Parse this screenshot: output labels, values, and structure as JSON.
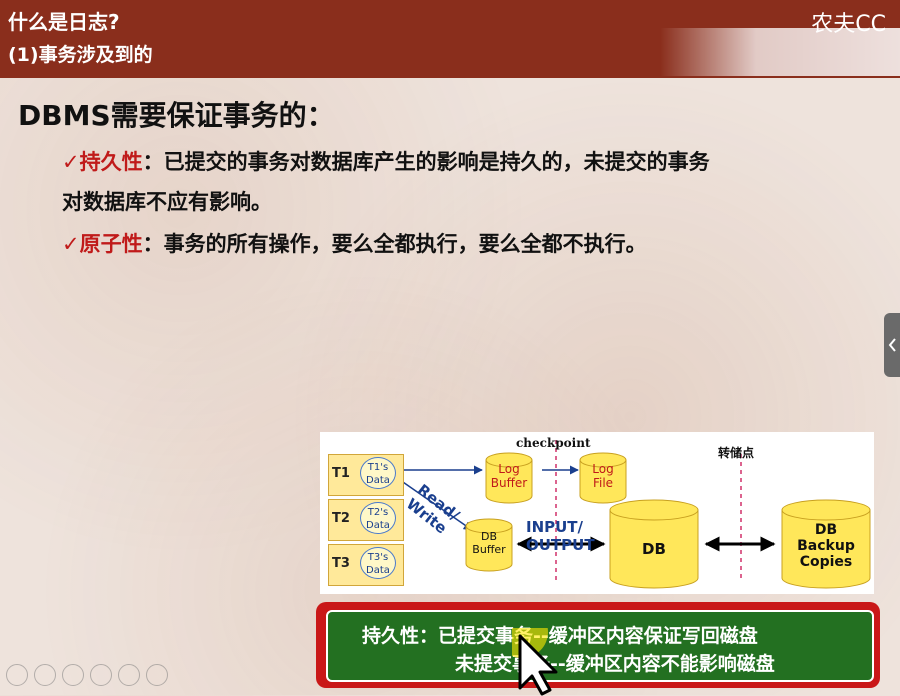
{
  "header": {
    "title": "什么是日志?",
    "subtitle": "(1)事务涉及到的",
    "brand": "农夫CC"
  },
  "content": {
    "heading": "DBMS需要保证事务的：",
    "bullets": [
      {
        "check": "✓",
        "keyword": "持久性",
        "text": "：已提交的事务对数据库产生的影响是持久的，未提交的事务",
        "continuation": "对数据库不应有影响。"
      },
      {
        "check": "✓",
        "keyword": "原子性",
        "text": "：事务的所有操作，要么全都执行，要么全都不执行。"
      }
    ]
  },
  "diagram": {
    "checkpoint_label": "checkpoint",
    "dump_label": "转储点",
    "transactions": [
      {
        "id": "T1",
        "data": "T1's Data"
      },
      {
        "id": "T2",
        "data": "T2's Data"
      },
      {
        "id": "T3",
        "data": "T3's Data"
      }
    ],
    "read_write": "Read/ Write",
    "log_buffer": "Log Buffer",
    "log_file": "Log File",
    "db_buffer": "DB Buffer",
    "input_output": "INPUT/ OUTPUT",
    "db": "DB",
    "db_backup": "DB Backup Copies"
  },
  "summary": {
    "line1": "持久性：已提交事务--缓冲区内容保证写回磁盘",
    "line2": "未提交事务--缓冲区内容不能影响磁盘"
  },
  "colors": {
    "header": "#8a2e1c",
    "accent_red": "#c01a1a",
    "summary_bg": "#237021",
    "arrow_blue": "#1a3f8e"
  }
}
